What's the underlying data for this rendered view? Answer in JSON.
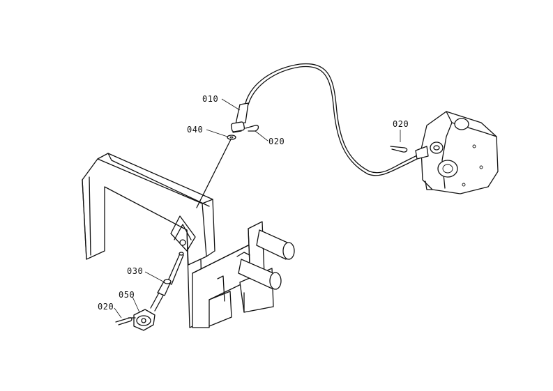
{
  "parts": [
    {
      "id": "010",
      "name": "cable-sleeve"
    },
    {
      "id": "020",
      "name": "cotter-pin"
    },
    {
      "id": "030",
      "name": "cable-rod"
    },
    {
      "id": "040",
      "name": "washer"
    },
    {
      "id": "050",
      "name": "cable-clamp"
    }
  ],
  "labels": {
    "l010": "010",
    "l040": "040",
    "l020_top": "020",
    "l020_right": "020",
    "l030": "030",
    "l050": "050",
    "l020_bottom": "020"
  }
}
